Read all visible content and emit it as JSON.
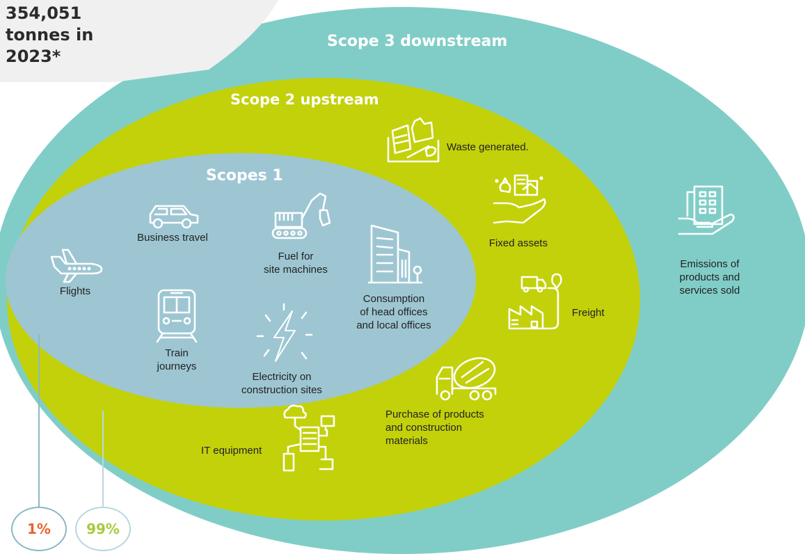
{
  "total": {
    "line1": "354,051",
    "line2": "tonnes in",
    "line3": "2023*"
  },
  "scopes": {
    "scope3": {
      "title": "Scope 3 downstream",
      "color": "#80cdc7"
    },
    "scope2": {
      "title": "Scope 2 upstream",
      "color": "#c2d10a"
    },
    "scope1": {
      "title": "Scopes 1",
      "color": "#9dc6d2"
    }
  },
  "items": {
    "business_travel": "Business travel",
    "fuel_1": "Fuel for",
    "fuel_2": "site machines",
    "flights": "Flights",
    "consumption_1": "Consumption",
    "consumption_2": "of head offices",
    "consumption_3": "and local offices",
    "train_1": "Train",
    "train_2": "journeys",
    "electricity_1": "Electricity on",
    "electricity_2": "construction sites",
    "waste": "Waste generated.",
    "fixed_assets": "Fixed assets",
    "freight": "Freight",
    "purchase_1": "Purchase of products",
    "purchase_2": "and construction",
    "purchase_3": "materials",
    "it_equipment": "IT equipment",
    "emissions_1": "Emissions of",
    "emissions_2": "products and",
    "emissions_3": "services sold"
  },
  "percentages": {
    "scope1_pct": "1%",
    "scope1_color": "#e8642c",
    "scope23_pct": "99%",
    "scope23_color": "#a9c93c"
  },
  "icons": [
    "car-icon",
    "excavator-icon",
    "plane-icon",
    "train-icon",
    "lightning-icon",
    "office-building-icon",
    "waste-icon",
    "investment-hand-icon",
    "truck-map-icon",
    "cement-mixer-icon",
    "it-network-icon",
    "building-hand-icon"
  ]
}
